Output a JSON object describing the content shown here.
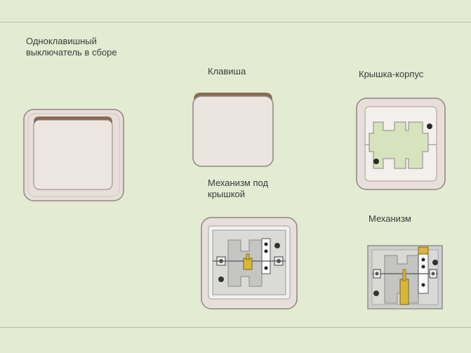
{
  "labels": {
    "assembled": "Одноклавишный выключатель в сборе",
    "key": "Клавиша",
    "cover": "Крышка-корпус",
    "mechanism_under_cover": "Механизм под крышкой",
    "mechanism": "Механизм"
  },
  "colors": {
    "background": "#e3ebd2",
    "frame": "#e6ddd8",
    "frame_outline": "#8f8580",
    "key_face": "#ebe4df",
    "key_shadow": "#8a6a55",
    "opening": "#dce6c4",
    "metal": "#c9cac8",
    "brass": "#d9b63b"
  }
}
